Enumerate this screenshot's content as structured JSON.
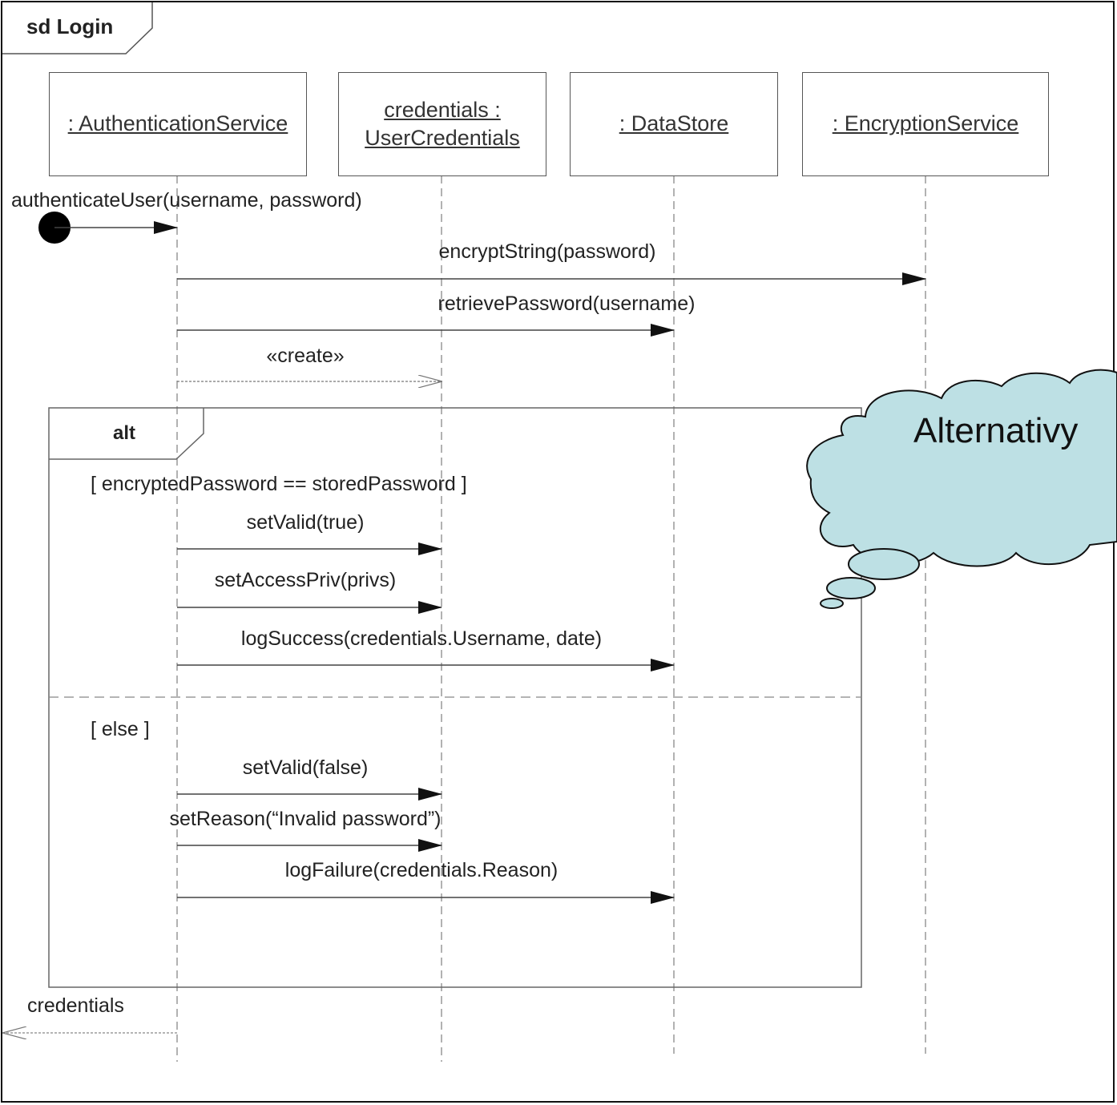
{
  "frame": {
    "title": "sd Login"
  },
  "lifelines": [
    {
      "name": ": AuthenticationService"
    },
    {
      "name_line1": "credentials :",
      "name_line2": "UserCredentials"
    },
    {
      "name": ": DataStore"
    },
    {
      "name": ": EncryptionService"
    }
  ],
  "messages": {
    "authenticate": "authenticateUser(username, password)",
    "encrypt": "encryptString(password)",
    "retrieve": "retrievePassword(username)",
    "create": "«create»",
    "set_valid_true": "setValid(true)",
    "set_access": "setAccessPriv(privs)",
    "log_success": "logSuccess(credentials.Username, date)",
    "set_valid_false": "setValid(false)",
    "set_reason": "setReason(“Invalid password”)",
    "log_failure": "logFailure(credentials.Reason)",
    "return_value": "credentials"
  },
  "alt_fragment": {
    "operator": "alt",
    "guard1": "[ encryptedPassword == storedPassword ]",
    "guard2": "[ else ]"
  },
  "callout": {
    "text": "Alternativy",
    "fill_color": "#bde0e4"
  }
}
